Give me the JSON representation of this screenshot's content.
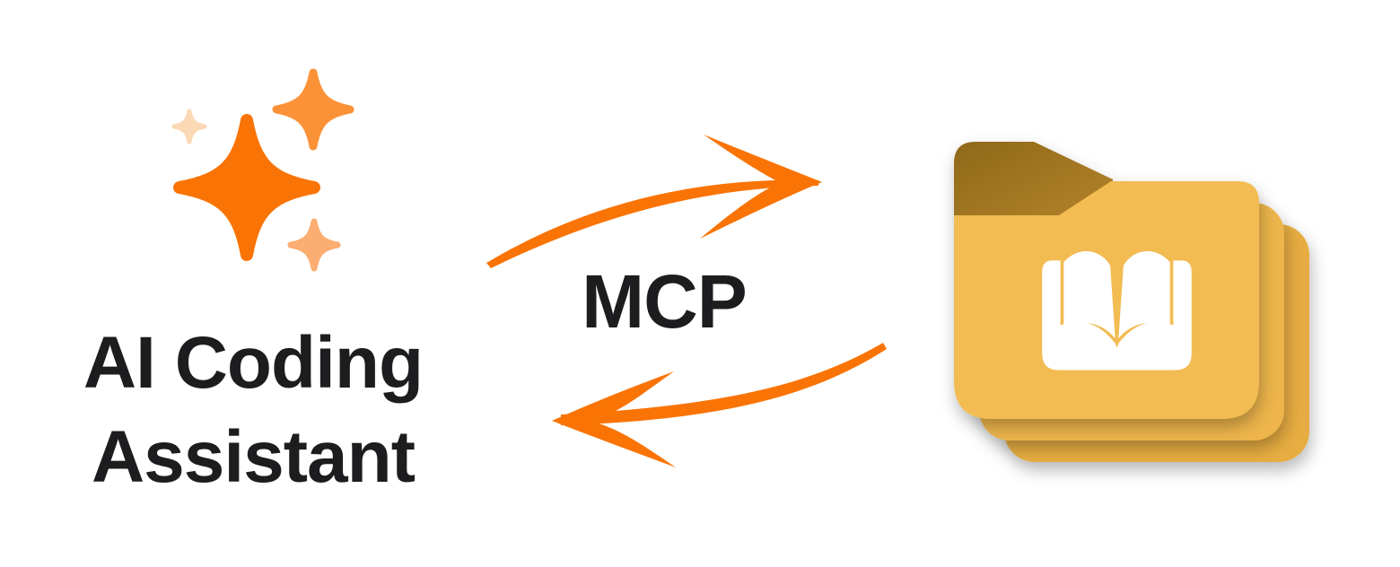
{
  "left": {
    "icon": "sparkles-icon",
    "label_line1": "AI Coding",
    "label_line2": "Assistant"
  },
  "center": {
    "label": "MCP",
    "top_arrow_icon": "arrow-right-icon",
    "bottom_arrow_icon": "arrow-left-icon"
  },
  "right": {
    "icon": "folder-stack-open-book-icon"
  },
  "colors": {
    "bg": "#FFFFFF",
    "ink": "#1D1D1F",
    "orange": "#F97405",
    "orange-mid": "#FC9238",
    "orange-light": "#FBAD72",
    "orange-pale": "#FBD9B5",
    "folder-body": "#F2BC53",
    "folder-back1": "#EDB54B",
    "folder-back2": "#E7AD43",
    "tab-dark": "#8F691A",
    "tab-light": "#B5832A",
    "book": "#FFFFFF"
  }
}
